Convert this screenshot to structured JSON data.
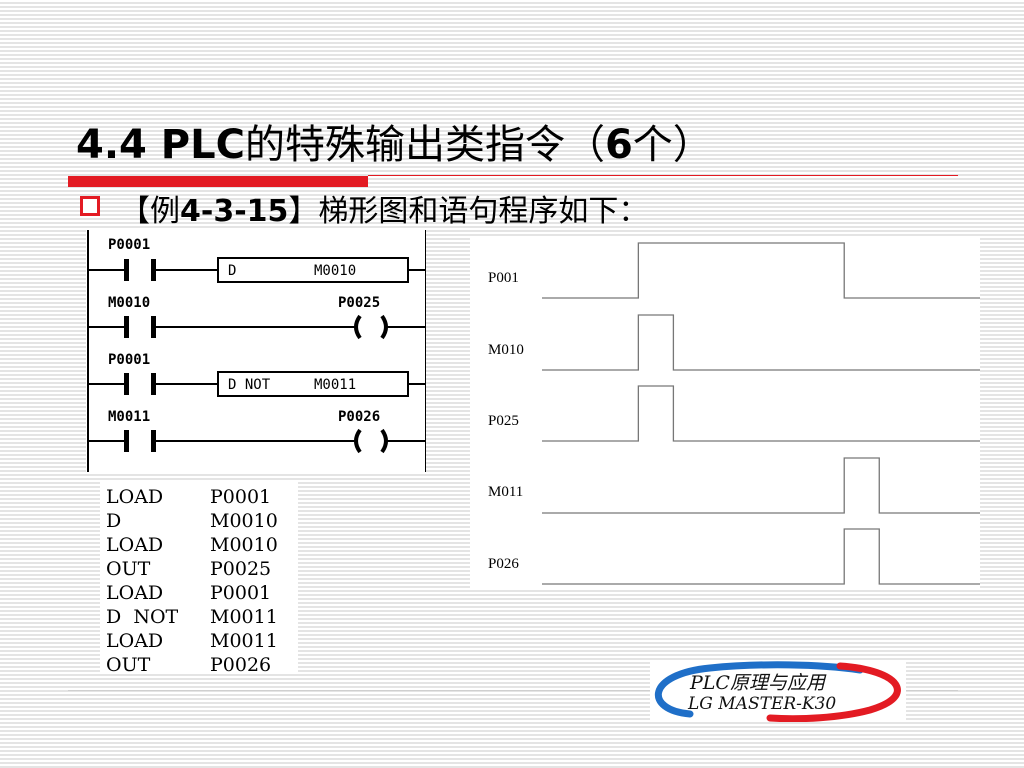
{
  "title": {
    "prefix": "4.4 PLC",
    "main": "的特殊输出类指令（",
    "count": "6",
    "suffix": "个）"
  },
  "bullet": {
    "open": "【例",
    "example_no": "4-3-15",
    "close": "】",
    "text": "梯形图和语句程序如下："
  },
  "ladder": {
    "rungs": [
      {
        "contact": "P0001",
        "box_op": "D",
        "box_arg": "M0010",
        "coil": ""
      },
      {
        "contact": "M0010",
        "box_op": "",
        "box_arg": "",
        "coil": "P0025"
      },
      {
        "contact": "P0001",
        "box_op": "D NOT",
        "box_arg": "M0011",
        "coil": ""
      },
      {
        "contact": "M0011",
        "box_op": "",
        "box_arg": "",
        "coil": "P0026"
      }
    ]
  },
  "statement_list": [
    {
      "op": "LOAD",
      "arg": "P0001"
    },
    {
      "op": "D",
      "arg": "M0010"
    },
    {
      "op": "LOAD",
      "arg": "M0010"
    },
    {
      "op": "OUT",
      "arg": "P0025"
    },
    {
      "op": "LOAD",
      "arg": "P0001"
    },
    {
      "op": "D  NOT",
      "arg": "M0011"
    },
    {
      "op": "LOAD",
      "arg": "M0011"
    },
    {
      "op": "OUT",
      "arg": "P0026"
    }
  ],
  "timing": {
    "signals": [
      {
        "name": "P001",
        "high_from": 0.22,
        "high_to": 0.69
      },
      {
        "name": "M010",
        "high_from": 0.22,
        "high_to": 0.3
      },
      {
        "name": "P025",
        "high_from": 0.22,
        "high_to": 0.3
      },
      {
        "name": "M011",
        "high_from": 0.69,
        "high_to": 0.77
      },
      {
        "name": "P026",
        "high_from": 0.69,
        "high_to": 0.77
      }
    ]
  },
  "logo": {
    "line1": "PLC原理与应用",
    "line2": "LG MASTER-K30",
    "ring_blue": "#1f6fc8",
    "ring_red": "#e31b23"
  },
  "colors": {
    "accent_red": "#e31b23"
  }
}
